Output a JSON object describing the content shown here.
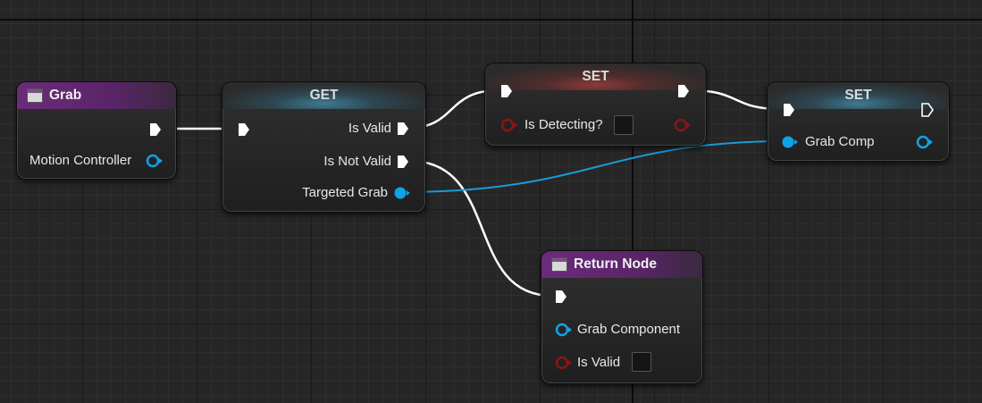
{
  "nodes": {
    "grab": {
      "title": "Grab",
      "pins": {
        "motion_controller": "Motion Controller"
      }
    },
    "get": {
      "title": "GET",
      "pins": {
        "is_valid": "Is Valid",
        "is_not_valid": "Is Not Valid",
        "targeted_grab": "Targeted Grab"
      }
    },
    "set_detecting": {
      "title": "SET",
      "pins": {
        "is_detecting": "Is Detecting?"
      }
    },
    "set_grab": {
      "title": "SET",
      "pins": {
        "grab_comp": "Grab Comp"
      }
    },
    "return_node": {
      "title": "Return Node",
      "pins": {
        "grab_component": "Grab Component",
        "is_valid": "Is Valid"
      }
    }
  },
  "colors": {
    "exec_wire": "#ffffff",
    "object_pin": "#0ea3e6",
    "bool_pin": "#8e1414",
    "function_header": "#6b2c7a"
  },
  "icons": [
    "function-icon",
    "exec-pin-icon",
    "object-pin-icon",
    "bool-pin-icon",
    "checkbox-icon"
  ]
}
